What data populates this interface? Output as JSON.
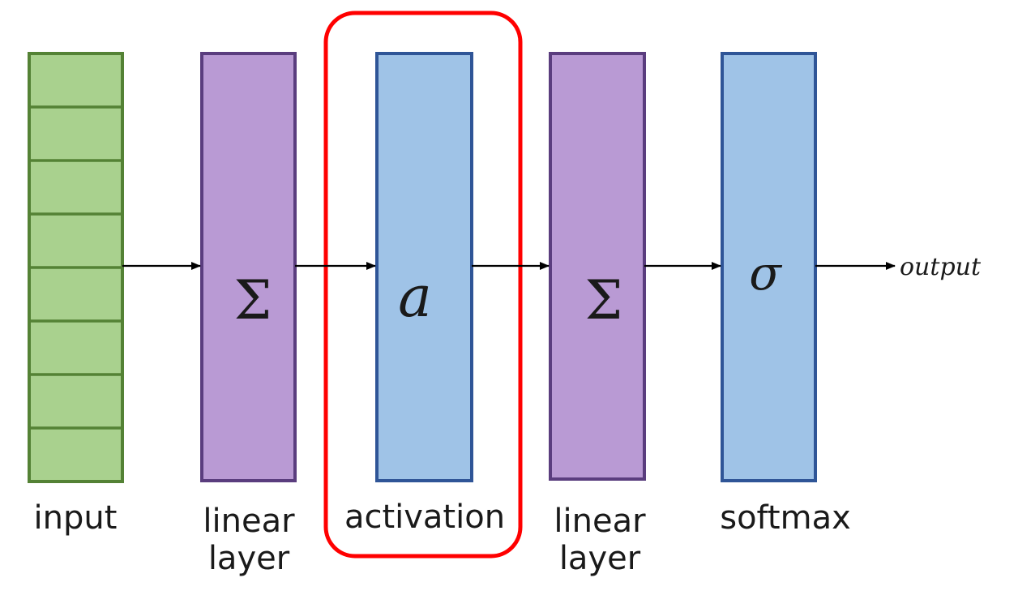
{
  "diagram": {
    "colors": {
      "input_fill": "#a9d18e",
      "input_stroke": "#548235",
      "linear_fill": "#b99ad4",
      "linear_stroke": "#5a3d7e",
      "blue_fill": "#9fc3e7",
      "blue_stroke": "#2f5597",
      "highlight": "#ff0000",
      "arrow": "#000000"
    },
    "input": {
      "label": "input",
      "cell_count": 8
    },
    "linear1": {
      "symbol": "Σ",
      "label_line1": "linear",
      "label_line2": "layer"
    },
    "activation": {
      "symbol": "a",
      "label": "activation",
      "highlighted": true
    },
    "linear2": {
      "symbol": "Σ",
      "label_line1": "linear",
      "label_line2": "layer"
    },
    "softmax": {
      "symbol": "σ",
      "label": "softmax"
    },
    "output": {
      "label": "output"
    }
  }
}
